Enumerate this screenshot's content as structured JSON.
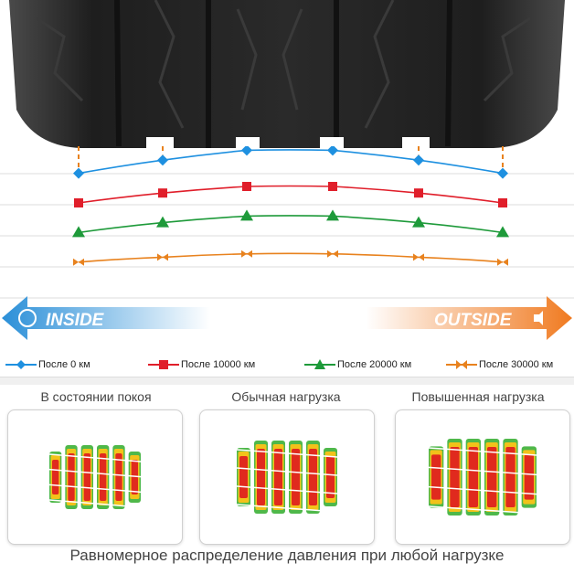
{
  "chart_data": {
    "type": "line",
    "x": [
      1,
      2,
      3,
      4,
      5,
      6
    ],
    "labels": {
      "inside": "INSIDE",
      "outside": "OUTSIDE"
    },
    "series": [
      {
        "name": "После 0 км",
        "color": "#1e90e0",
        "marker": "diamond",
        "values": [
          3.9,
          4.3,
          4.6,
          4.6,
          4.3,
          3.9
        ]
      },
      {
        "name": "После 10000 км",
        "color": "#e01e2a",
        "marker": "square",
        "values": [
          3.0,
          3.3,
          3.5,
          3.5,
          3.3,
          3.0
        ]
      },
      {
        "name": "После 20000 км",
        "color": "#1e9a3a",
        "marker": "triangle",
        "values": [
          2.1,
          2.4,
          2.6,
          2.6,
          2.4,
          2.1
        ]
      },
      {
        "name": "После 30000 км",
        "color": "#e8821e",
        "marker": "bowtie",
        "values": [
          1.2,
          1.35,
          1.45,
          1.45,
          1.35,
          1.2
        ]
      }
    ]
  },
  "panels": [
    {
      "title": "В состоянии покоя"
    },
    {
      "title": "Обычная нагрузка"
    },
    {
      "title": "Повышенная нагрузка"
    }
  ],
  "footer": "Равномерное распределение давления при любой нагрузке",
  "colors": {
    "inside_arrow": "#2a8fd8",
    "outside_arrow": "#f07a20"
  }
}
